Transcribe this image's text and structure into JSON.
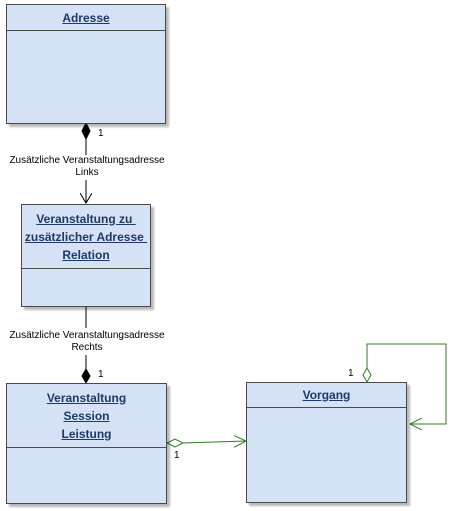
{
  "classes": {
    "adresse": {
      "name": "Adresse"
    },
    "relation": {
      "lines": [
        "Veranstaltung zu ",
        "zusätzlicher Adresse ",
        "Relation"
      ]
    },
    "leistung": {
      "lines": [
        "Veranstaltung",
        "Session",
        "Leistung"
      ]
    },
    "vorgang": {
      "name": "Vorgang"
    }
  },
  "associations": {
    "links": {
      "role_line1": "Zusätzliche Veranstaltungsadresse",
      "role_line2": "Links",
      "multiplicity": "1"
    },
    "rechts": {
      "role_line1": "Zusätzliche Veranstaltungsadresse",
      "role_line2": "Rechts",
      "multiplicity": "1"
    },
    "leistung_vorgang": {
      "multiplicity": "1"
    },
    "vorgang_self": {
      "multiplicity": "1"
    }
  },
  "colors": {
    "class_fill": "#d5e1f5",
    "class_border": "#4a4a4a",
    "class_title": "#1f3a66",
    "composition": "#000000",
    "aggregation": "#2e7d1f"
  }
}
